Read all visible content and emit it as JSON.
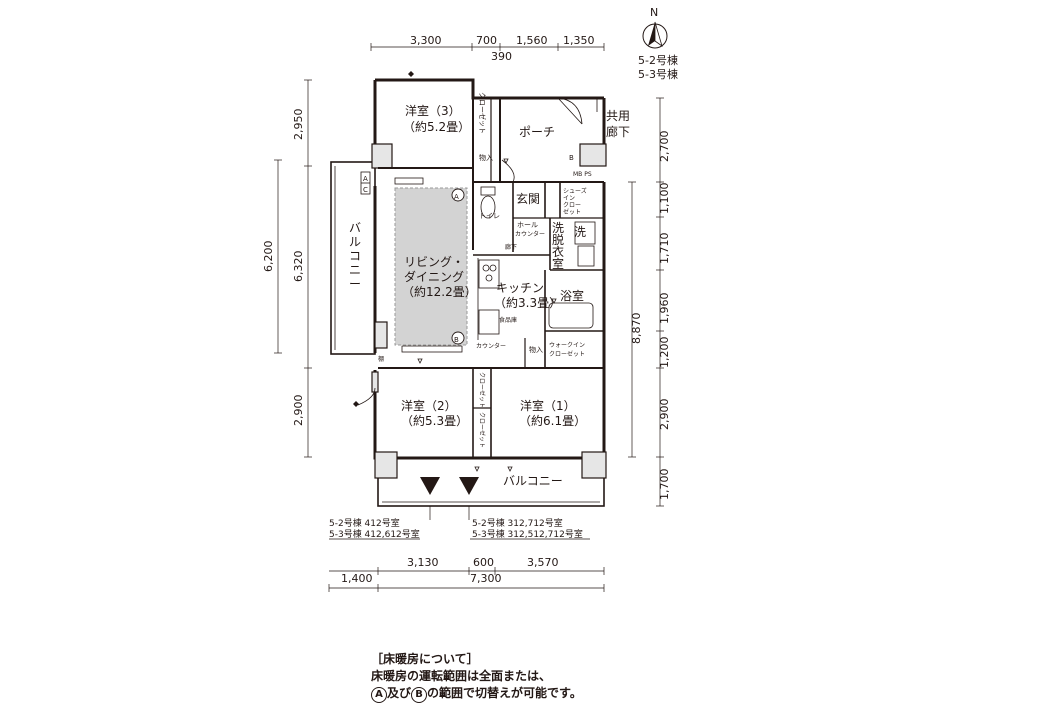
{
  "compass": {
    "label": "N",
    "icon": "north-arrow-icon"
  },
  "buildings": [
    "5-2号棟",
    "5-3号棟"
  ],
  "dimensions": {
    "top": [
      "3,300",
      "700",
      "1,560",
      "1,350"
    ],
    "top_sub": "390",
    "left_outer": "6,200",
    "left_inner": [
      "2,950",
      "6,320",
      "2,900"
    ],
    "right_inner": [
      "2,700",
      "1,100",
      "1,710",
      "1,960",
      "1,200",
      "2,900",
      "1,700"
    ],
    "right_outer": "8,870",
    "bottom": [
      "3,130",
      "600",
      "3,570"
    ],
    "bottom_total": "7,300",
    "bottom_left": "1,400"
  },
  "rooms": {
    "western3": {
      "name": "洋室（3）",
      "size": "（約5.2畳）"
    },
    "closet3": "クローゼット",
    "storage_top": "物入",
    "porch": "ポーチ",
    "common_corridor": [
      "共用",
      "廊下"
    ],
    "mbps": "MB PS",
    "mbps_b": "B",
    "ac": [
      "A",
      "C"
    ],
    "entrance": "玄関",
    "shoe_closet": [
      "シューズ",
      "イン",
      "クロー",
      "ゼット"
    ],
    "toilet": "トイレ",
    "hall": "ホール",
    "hall_counter": "カウンター",
    "corridor": "廊下",
    "wash": "洗",
    "dressing": [
      "洗",
      "脱",
      "衣",
      "室"
    ],
    "balcony_left": [
      "バ",
      "ル",
      "コ",
      "ニ",
      "ー"
    ],
    "living": {
      "line1": "リビング・",
      "line2": "ダイニング",
      "size": "（約12.2畳）"
    },
    "kitchen": {
      "name": "キッチン",
      "size": "（約3.3畳）"
    },
    "pantry": "食品庫",
    "kitchen_counter": "カウンター",
    "bath": "浴室",
    "storage_mid": "物入",
    "walkin": [
      "ウォークイン",
      "クローゼット"
    ],
    "shoe_rack": "棚",
    "western2": {
      "name": "洋室（2）",
      "size": "（約5.3畳）"
    },
    "closet2_upper": "クローゼット",
    "closet2_lower": "クローゼット",
    "western1": {
      "name": "洋室（1）",
      "size": "（約6.1畳）"
    },
    "balcony_bottom": "バルコニー",
    "zone_a": "A",
    "zone_b": "B"
  },
  "unit_lists": {
    "left": [
      "5-2号棟 412号室",
      "5-3号棟 412,612号室"
    ],
    "right": [
      "5-2号棟 312,712号室",
      "5-3号棟 312,512,712号室"
    ]
  },
  "floor_heating_note": {
    "title": "［床暖房について］",
    "line1": "床暖房の運転範囲は全面または、",
    "line2_zone_a": "A",
    "line2_join": "及び",
    "line2_zone_b": "B",
    "line2_rest": "の範囲で切替えが可能です。"
  },
  "colors": {
    "ink": "#231815",
    "wall_fill": "#e6e6e6",
    "heating_area": "#d3d3d3"
  }
}
